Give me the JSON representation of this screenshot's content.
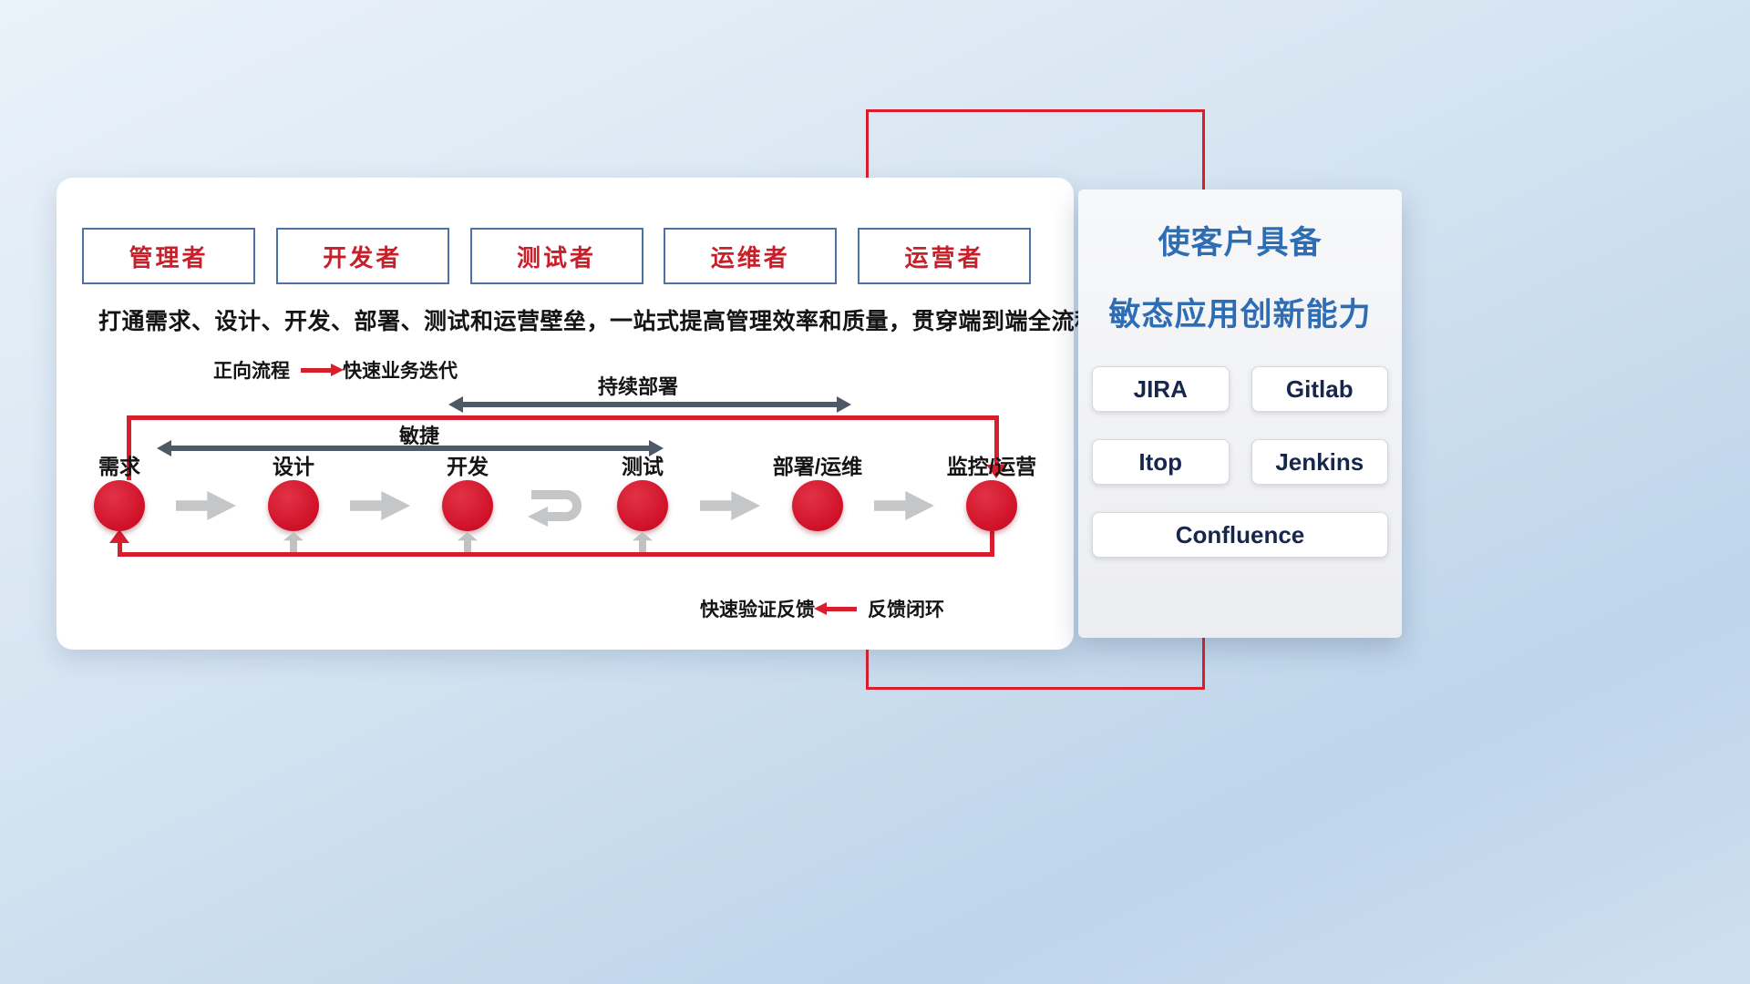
{
  "colors": {
    "accent_red": "#d81e2c",
    "role_border_blue": "#4f72a6",
    "role_text_red": "#c8202a",
    "dark_arrow": "#4d5a66",
    "gray_arrow": "#c4c6c8",
    "panel_title_blue": "#2e6db4",
    "tool_text": "#16264c"
  },
  "roles": [
    "管理者",
    "开发者",
    "测试者",
    "运维者",
    "运营者"
  ],
  "description": "打通需求、设计、开发、部署、测试和运营壁垒，一站式提高管理效率和质量，贯穿端到端全流程",
  "legend_forward": {
    "label": "正向流程",
    "text": "快速业务迭代"
  },
  "span_arrows": {
    "continuous_deployment": "持续部署",
    "agile": "敏捷"
  },
  "flow": {
    "nodes": [
      "需求",
      "设计",
      "开发",
      "测试",
      "部署/运维",
      "监控/运营"
    ]
  },
  "legend_feedback": {
    "label": "快速验证反馈",
    "text": "反馈闭环"
  },
  "right_panel": {
    "title_line1": "使客户具备",
    "title_line2": "敏态应用创新能力",
    "tools": [
      "JIRA",
      "Gitlab",
      "Itop",
      "Jenkins",
      "Confluence"
    ]
  }
}
